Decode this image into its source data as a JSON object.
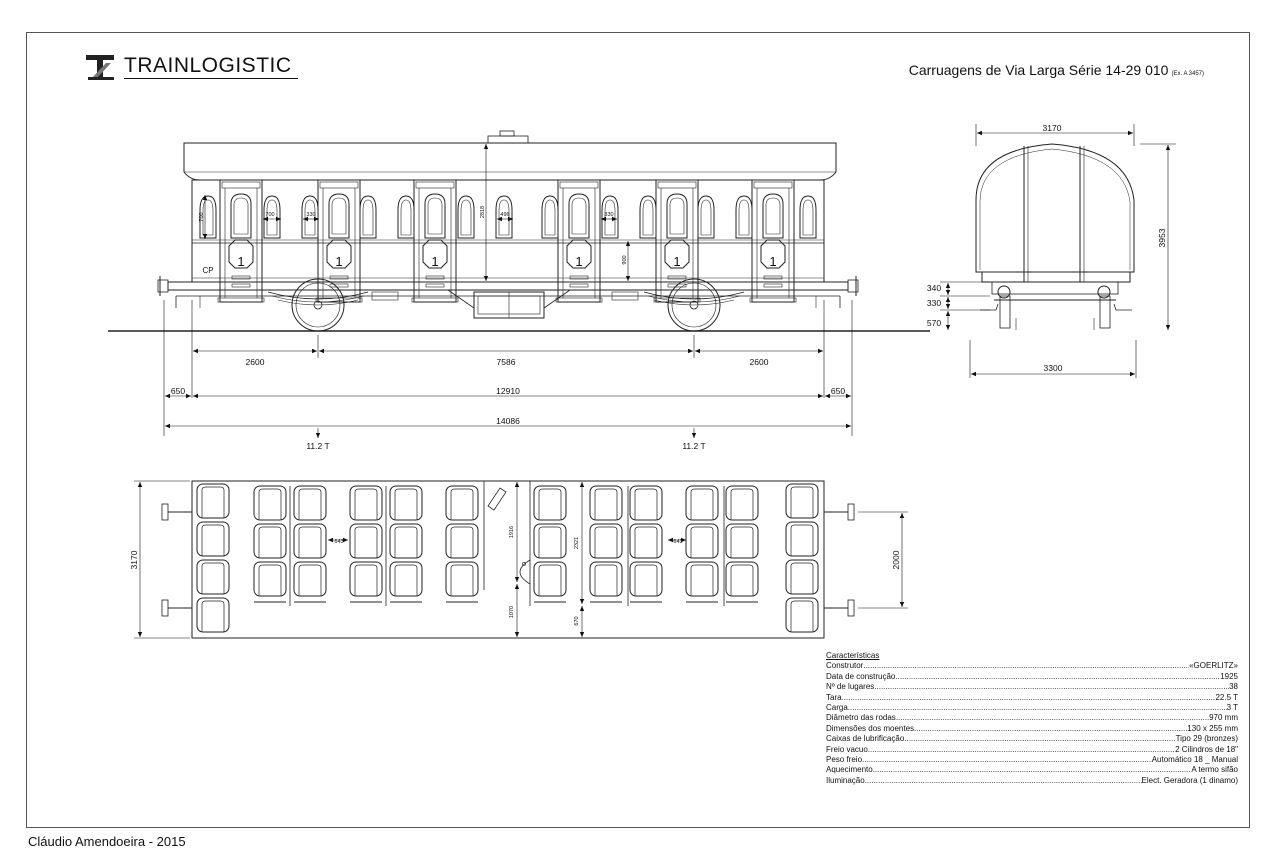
{
  "header": {
    "brand": "TRAINLOGISTIC",
    "title": "Carruagens de Via Larga Série 14-29 010",
    "title_note": "(Ex. A 3457)"
  },
  "footer": {
    "author": "Cláudio Amendoeira - 2015"
  },
  "side_view": {
    "compartment_number": "1",
    "class_marking": "CP",
    "dims": {
      "overhang_left": "2600",
      "bogie_centers": "7586",
      "overhang_right": "2600",
      "buffer_left": "650",
      "body_length": "12910",
      "buffer_right": "650",
      "total_length": "14086",
      "window_height": "700",
      "window_width": "700",
      "pillar": "330",
      "window_width_center": "496",
      "pillar_center": "330",
      "body_height": "2818",
      "step_height": "900"
    },
    "axle_loads": [
      "11.2 T",
      "11.2 T"
    ]
  },
  "end_view": {
    "dims": {
      "width_top": "3170",
      "height": "3953",
      "h1": "340",
      "h2": "330",
      "h3": "570",
      "width_bottom": "3300"
    }
  },
  "plan_view": {
    "dims": {
      "width": "3170",
      "seat_pitch_left": "643",
      "seat_pitch_right": "643",
      "corridor_1": "1916",
      "corridor_2": "1070",
      "corridor_3": "2321",
      "corridor_4": "670",
      "buffer_spacing": "2000"
    }
  },
  "specs": {
    "heading": "Características",
    "items": [
      {
        "label": "Construtor",
        "value": "«GOERLITZ»"
      },
      {
        "label": "Data de construção",
        "value": "1925"
      },
      {
        "label": "Nº de lugares",
        "value": "38"
      },
      {
        "label": "Tara",
        "value": "22.5 T"
      },
      {
        "label": "Carga",
        "value": "3 T"
      },
      {
        "label": "Diâmetro das rodas",
        "value": "970 mm"
      },
      {
        "label": "Dimensões dos moentes",
        "value": "130 x 255 mm"
      },
      {
        "label": "Caixas de lubrificação",
        "value": "Tipo 29 (bronzes)"
      },
      {
        "label": "Freio vacuo",
        "value": "2 Cilindros de 18\""
      },
      {
        "label": "Peso freio",
        "value": "Automático 18 _ Manual"
      },
      {
        "label": "Aquecimento",
        "value": "A termo sifão"
      },
      {
        "label": "Iluminação",
        "value": "Elect. Geradora (1 dinamo)"
      }
    ]
  }
}
